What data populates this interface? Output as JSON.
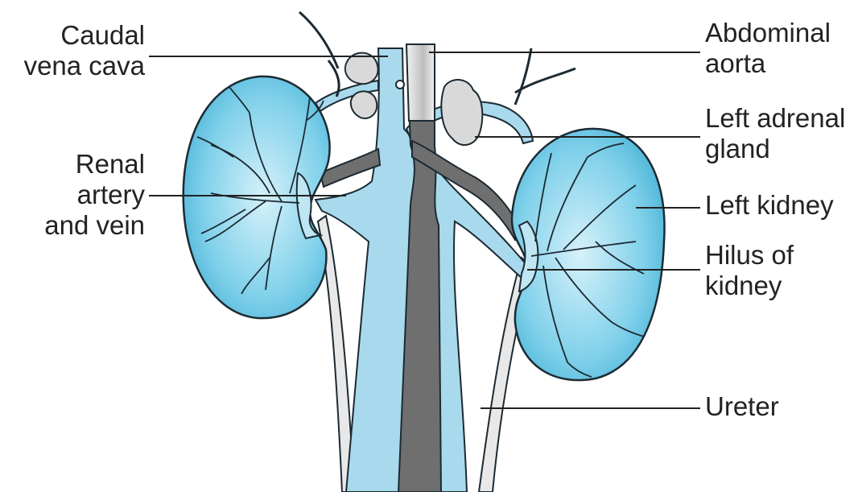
{
  "colors": {
    "kidney": "#7fd0ea",
    "vena_cava": "#aadaec",
    "aorta": "#6f6f6f",
    "ureter": "#e6e6e6",
    "vessel_line": "#1c2a33",
    "adrenal": "#d9d9d9",
    "leader_line": "#222222"
  },
  "labels": {
    "caudal_vena_cava": [
      "Caudal",
      "vena cava"
    ],
    "renal_artery_vein": [
      "Renal",
      "artery",
      "and vein"
    ],
    "abdominal_aorta": [
      "Abdominal",
      "aorta"
    ],
    "left_adrenal_gland": [
      "Left adrenal",
      "gland"
    ],
    "left_kidney": [
      "Left kidney"
    ],
    "hilus_of_kidney": [
      "Hilus of",
      "kidney"
    ],
    "ureter": [
      "Ureter"
    ]
  }
}
